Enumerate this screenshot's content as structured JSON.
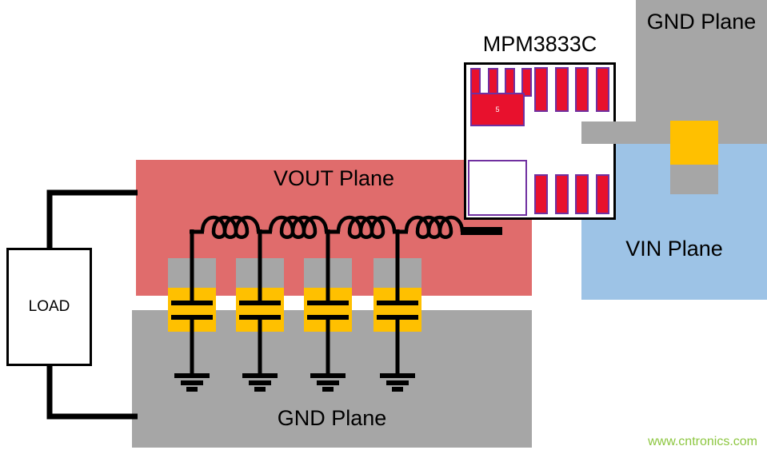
{
  "planes": {
    "gnd_top": {
      "label": "GND Plane"
    },
    "vin": {
      "label": "VIN Plane"
    },
    "vout": {
      "label": "VOUT Plane"
    },
    "gnd_bottom": {
      "label": "GND Plane"
    }
  },
  "chip": {
    "label": "MPM3833C",
    "pad5_label": "5"
  },
  "load": {
    "label": "LOAD"
  },
  "watermark": {
    "text": "www.cntronics.com"
  },
  "colors": {
    "gnd_gray": "#A6A6A6",
    "vin_blue": "#9DC3E6",
    "vout_red": "#E06C6C",
    "cap_gold": "#FFC000",
    "pad_red": "#E8112D",
    "pad_purple": "#7030A0",
    "wire_black": "#000000",
    "watermark_green": "#8CC63F"
  }
}
